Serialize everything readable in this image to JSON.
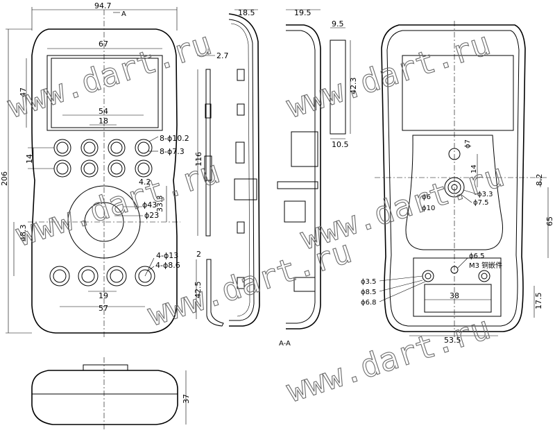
{
  "watermark": {
    "text": "www.dart.ru",
    "color": "#6a6a6a"
  },
  "front_view": {
    "overall_width": "94.7",
    "overall_height": "206",
    "section_marker": "A",
    "display_width": "67",
    "display_height": "47",
    "button_pitch_outer": "54",
    "button_pitch_inner": "18",
    "upper_button_spacing": "14",
    "upper_button_diam_outer": "8-ϕ10.2",
    "upper_button_diam_inner": "8-ϕ7.3",
    "dpad_offset": "4.2",
    "dpad_outer_diam": "ϕ43",
    "dpad_inner_diam": "ϕ23",
    "dpad_height": "33.3",
    "dpad_to_bottom": "48.3",
    "lower_button_diam_outer": "4-ϕ13",
    "lower_button_diam_inner": "4-ϕ8.6",
    "lower_button_pitch_inner": "19",
    "lower_button_pitch_outer": "57"
  },
  "side_view": {
    "lid_offset": "2.7",
    "lid_length": "116",
    "clip_offset": "2",
    "clip_length": "42.5",
    "shell_depth": "18.5"
  },
  "section_view": {
    "depth": "19.5",
    "label": "A-A",
    "part_width_top": "9.5",
    "part_length": "42.3",
    "part_width_bottom": "10.5"
  },
  "rear_view": {
    "hole_diam_top": "ϕ7",
    "hole_spacing": "14",
    "offset_right": "8.2",
    "boss_diam_outer": "ϕ10",
    "boss_diam_mid": "ϕ7.5",
    "boss_diam_inner": "ϕ3.3",
    "boss_label_small": "ϕ6",
    "boss_to_battery": "65",
    "screw_diam": "ϕ6.5",
    "insert_label": "M3 铜嵌件",
    "post_diam_inner": "ϕ3.5",
    "post_diam_mid": "ϕ8.5",
    "post_diam_outer": "ϕ6.8",
    "battery_width": "38",
    "battery_height": "17.5",
    "battery_outer_width": "53.5"
  },
  "bottom_view": {
    "thickness": "37"
  }
}
